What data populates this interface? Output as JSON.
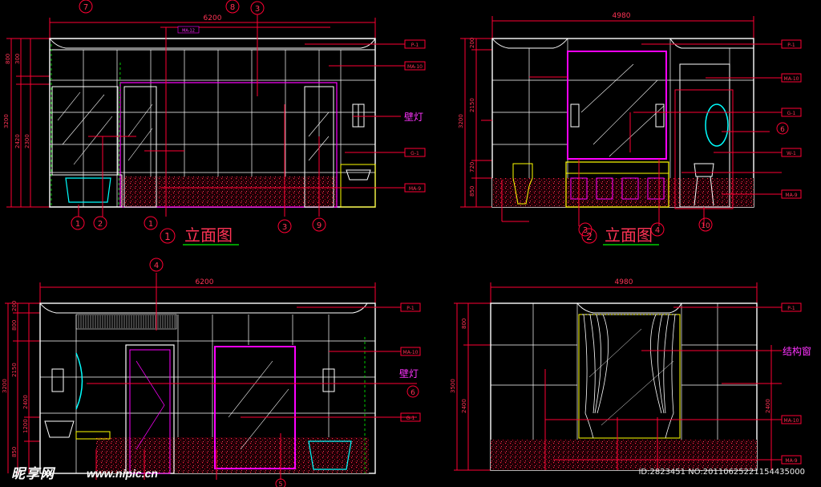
{
  "panels": {
    "top_left": {
      "width_dim": "6200",
      "height_dims": [
        "800",
        "300",
        "2420",
        "2300",
        "3200"
      ],
      "callouts_top": [
        "7",
        "8",
        "3"
      ],
      "callouts_bottom": [
        "1",
        "2",
        "1",
        "3",
        "9"
      ],
      "title_num": "1",
      "title": "立面图",
      "labels": [
        "P-1",
        "MA-10",
        "壁灯",
        "G-1",
        "MA-9"
      ],
      "inner_tag": "MA-12"
    },
    "top_right": {
      "width_dim": "4980",
      "height_dims": [
        "200",
        "2150",
        "3200",
        "720",
        "850"
      ],
      "callouts_bottom": [
        "3",
        "4",
        "10"
      ],
      "title_num": "2",
      "title": "立面图",
      "labels": [
        "P-1",
        "MA-10",
        "G-1",
        "6",
        "W-1",
        "MA-9"
      ]
    },
    "bottom_left": {
      "width_dim": "6200",
      "height_dims": [
        "200",
        "800",
        "2150",
        "3200",
        "2400",
        "1200",
        "850"
      ],
      "callouts": [
        "4",
        "6",
        "5"
      ],
      "labels": [
        "P-1",
        "MA-10",
        "壁灯",
        "G-1"
      ]
    },
    "bottom_right": {
      "width_dim": "4980",
      "height_dims": [
        "800",
        "3500",
        "2400",
        "2400"
      ],
      "labels": [
        "P-1",
        "结构窗",
        "MA-10",
        "MA-9"
      ]
    }
  },
  "watermark": {
    "logo": "昵享网",
    "url": "www.nipic.cn",
    "id": "ID:2823451 NO:20110625221154435000"
  },
  "colors": {
    "background": "#000000",
    "outline": "#ffffff",
    "dimension": "#ff0033",
    "accent": "#ff00ff",
    "glass": "#00ffff",
    "floor": "#cc0022",
    "yellow": "#ffff00",
    "green": "#00cc00"
  }
}
